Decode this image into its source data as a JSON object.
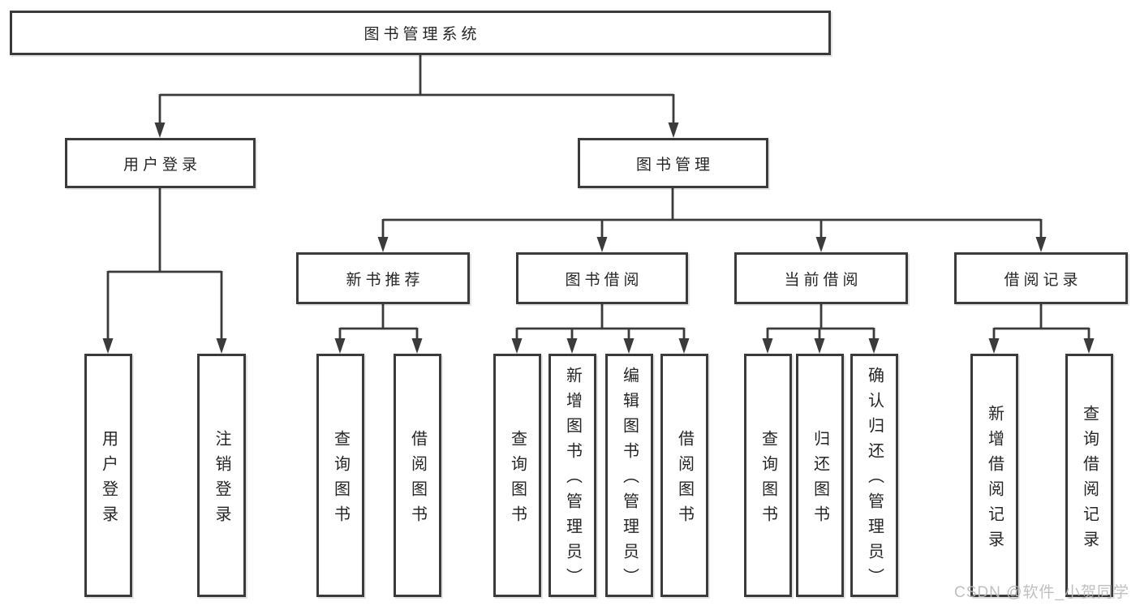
{
  "colors": {
    "line": "#3b3b3b",
    "box_border": "#3b3b3b",
    "box_fill": "#ffffff",
    "text": "#262626",
    "background": "#ffffff",
    "watermark": "#bababa"
  },
  "tree": {
    "root": {
      "label": "图书管理系统",
      "children": [
        {
          "label": "用户登录",
          "children": [
            {
              "label": "用户登录"
            },
            {
              "label": "注销登录"
            }
          ]
        },
        {
          "label": "图书管理",
          "children": [
            {
              "label": "新书推荐",
              "children": [
                {
                  "label": "查询图书"
                },
                {
                  "label": "借阅图书"
                }
              ]
            },
            {
              "label": "图书借阅",
              "children": [
                {
                  "label": "查询图书"
                },
                {
                  "label": "新增图书（管理员）"
                },
                {
                  "label": "编辑图书（管理员）"
                },
                {
                  "label": "借阅图书"
                }
              ]
            },
            {
              "label": "当前借阅",
              "children": [
                {
                  "label": "查询图书"
                },
                {
                  "label": "归还图书"
                },
                {
                  "label": "确认归还（管理员）"
                }
              ]
            },
            {
              "label": "借阅记录",
              "children": [
                {
                  "label": "新增借阅记录"
                },
                {
                  "label": "查询借阅记录"
                }
              ]
            }
          ]
        }
      ]
    }
  },
  "watermark": {
    "text": "CSDN @软件_小贺同学"
  }
}
